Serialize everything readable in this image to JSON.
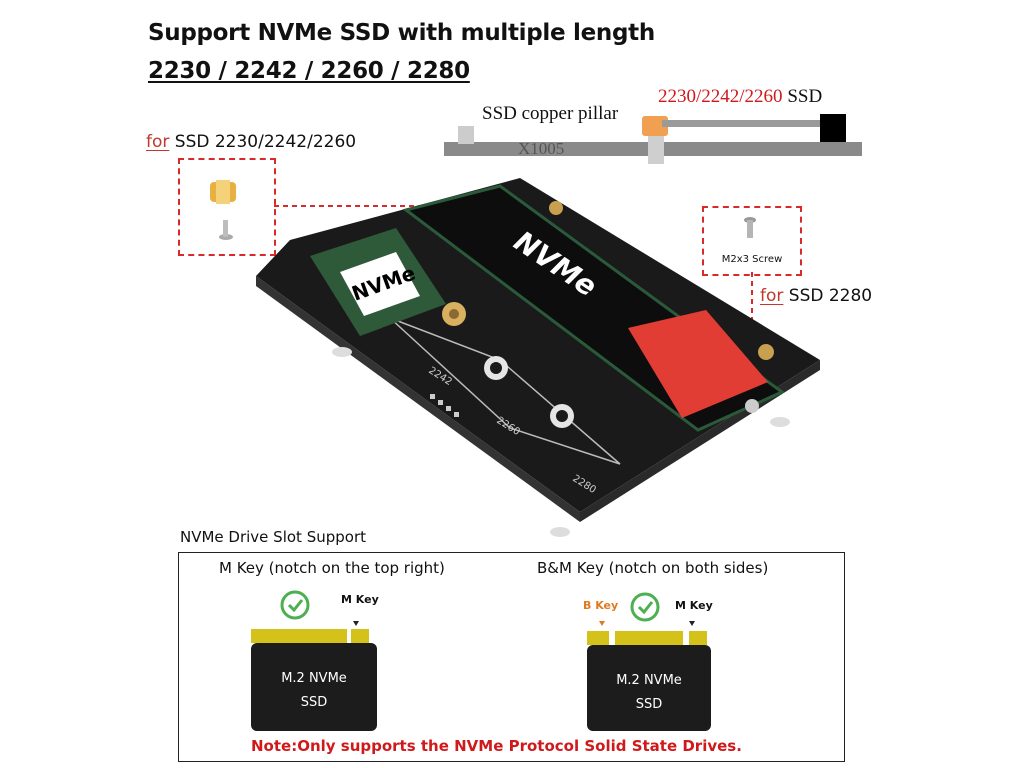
{
  "header": {
    "title_line1": "Support NVMe SSD with multiple length",
    "title_line2": "2230 / 2242 / 2260 / 2280"
  },
  "side_view": {
    "ssd_length_label": "2230/2242/2260",
    "ssd_word": "SSD",
    "pillar_label": "SSD copper pillar",
    "board_label": "X1005"
  },
  "left_callout": {
    "for_word": "for",
    "target": "SSD 2230/2242/2260"
  },
  "right_callout": {
    "screw_label": "M2x3 Screw",
    "for_word": "for",
    "target": "SSD 2280"
  },
  "board": {
    "small_ssd_label": "NVMe",
    "big_ssd_label": "NVMe",
    "silk_2242": "2242",
    "silk_2260": "2260",
    "silk_2280": "2280"
  },
  "slot_support": {
    "heading": "NVMe Drive Slot Support",
    "m_key_caption": "M Key (notch on the top right)",
    "bm_key_caption": "B&M Key (notch on both sides)",
    "m_key_label": "M Key",
    "b_key_label": "B Key",
    "ssd_line1": "M.2 NVMe",
    "ssd_line2": "SSD",
    "note": "Note:Only supports the NVMe Protocol Solid State Drives."
  },
  "colors": {
    "accent_red": "#d0191b",
    "check_green": "#4caf50",
    "gold_contacts": "#d4c21a",
    "pcb_black": "#1a1a1a"
  }
}
